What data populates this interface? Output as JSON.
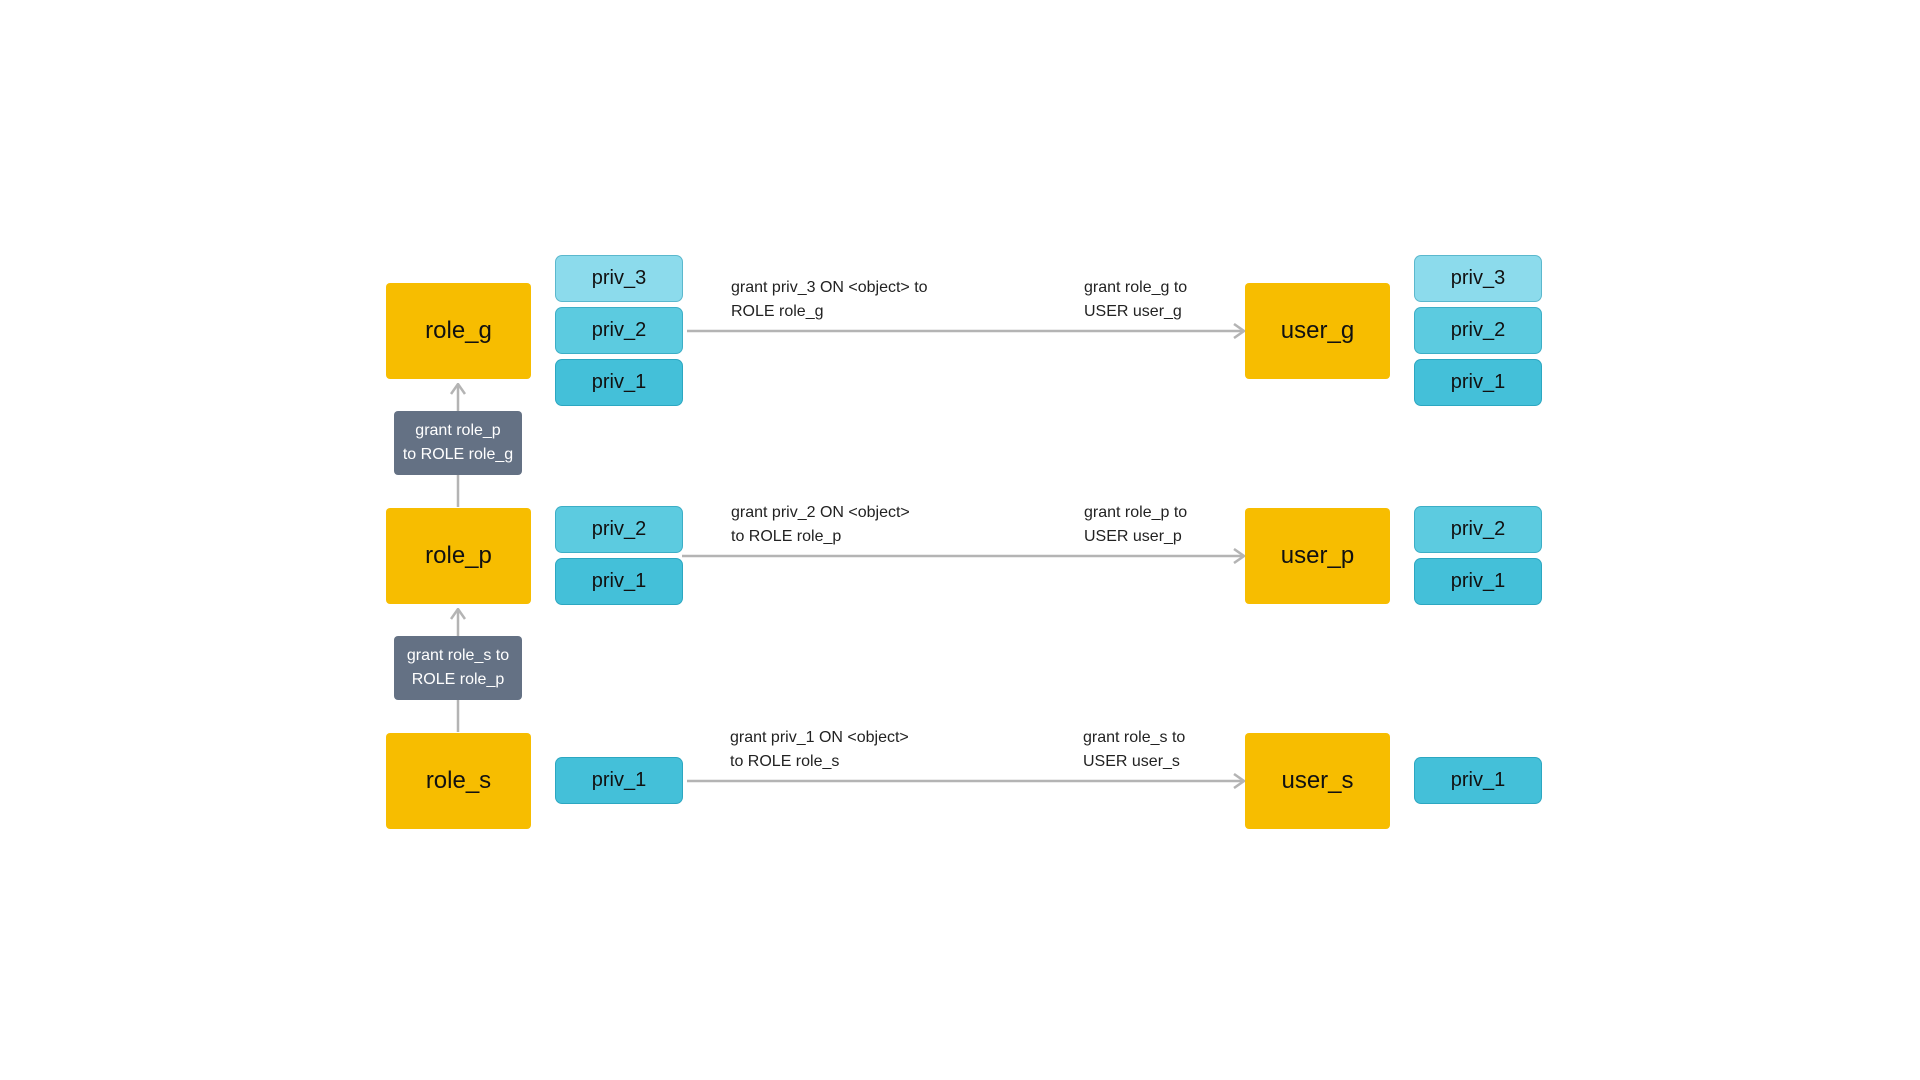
{
  "roles": {
    "g": "role_g",
    "p": "role_p",
    "s": "role_s"
  },
  "users": {
    "g": "user_g",
    "p": "user_p",
    "s": "user_s"
  },
  "privs": {
    "p3": "priv_3",
    "p2": "priv_2",
    "p1": "priv_1"
  },
  "grants": {
    "role_p_to_g": "grant role_p\nto ROLE role_g",
    "role_s_to_p": "grant role_s to\nROLE role_p"
  },
  "edges": {
    "g_priv": "grant priv_3 ON <object> to\nROLE role_g",
    "g_user": "grant role_g to\nUSER user_g",
    "p_priv": "grant priv_2 ON <object>\nto ROLE role_p",
    "p_user": "grant role_p to\nUSER user_p",
    "s_priv": "grant priv_1 ON <object>\nto ROLE role_s",
    "s_user": "grant role_s to\nUSER user_s"
  },
  "colors": {
    "role": "#f7bd00",
    "priv_3": "#8cdbec",
    "priv_2": "#5ccbe0",
    "priv_1": "#44c0d9",
    "grant_box": "#647184",
    "connector": "#b4b4b4"
  }
}
